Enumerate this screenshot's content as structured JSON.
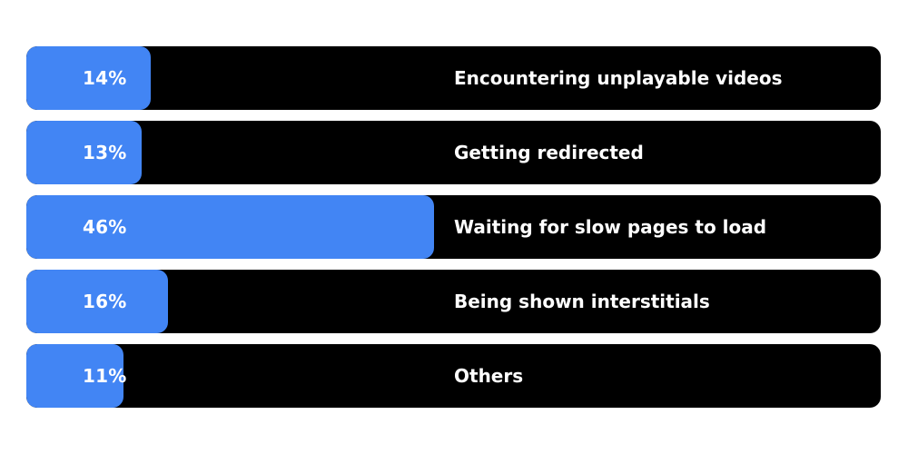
{
  "chart_data": {
    "type": "bar",
    "orientation": "horizontal",
    "categories": [
      "Encountering unplayable videos",
      "Getting redirected",
      "Waiting for slow pages to load",
      "Being shown interstitials",
      "Others"
    ],
    "values": [
      14,
      13,
      46,
      16,
      11
    ],
    "value_labels": [
      "14%",
      "13%",
      "46%",
      "16%",
      "11%"
    ],
    "xlim": [
      0,
      100
    ],
    "grid": false,
    "colors": {
      "fill": "#4285F4",
      "track": "#000000",
      "text": "#FFFFFF",
      "background": "#FFFFFF"
    }
  }
}
